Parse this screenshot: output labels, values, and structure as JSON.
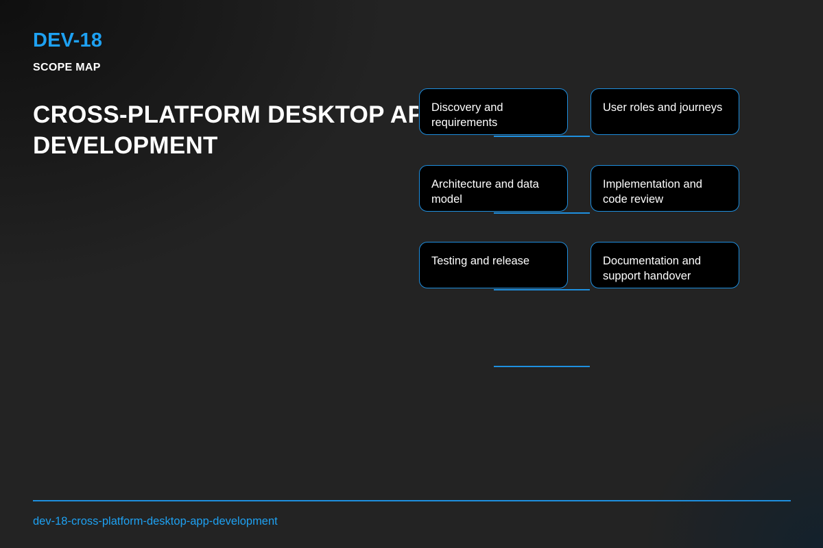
{
  "header": {
    "code": "DEV-18",
    "subtitle": "SCOPE MAP",
    "title": "CROSS-PLATFORM DESKTOP APP DEVELOPMENT"
  },
  "scope_items": [
    "Discovery and requirements",
    "User roles and journeys",
    "Architecture and data model",
    "Implementation and code review",
    "Testing and release",
    "Documentation and support handover"
  ],
  "footer": {
    "slug": "dev-18-cross-platform-desktop-app-development"
  },
  "colors": {
    "accent": "#1ea1f2",
    "background": "#232323",
    "card_fill": "#000000",
    "text": "#ffffff"
  }
}
